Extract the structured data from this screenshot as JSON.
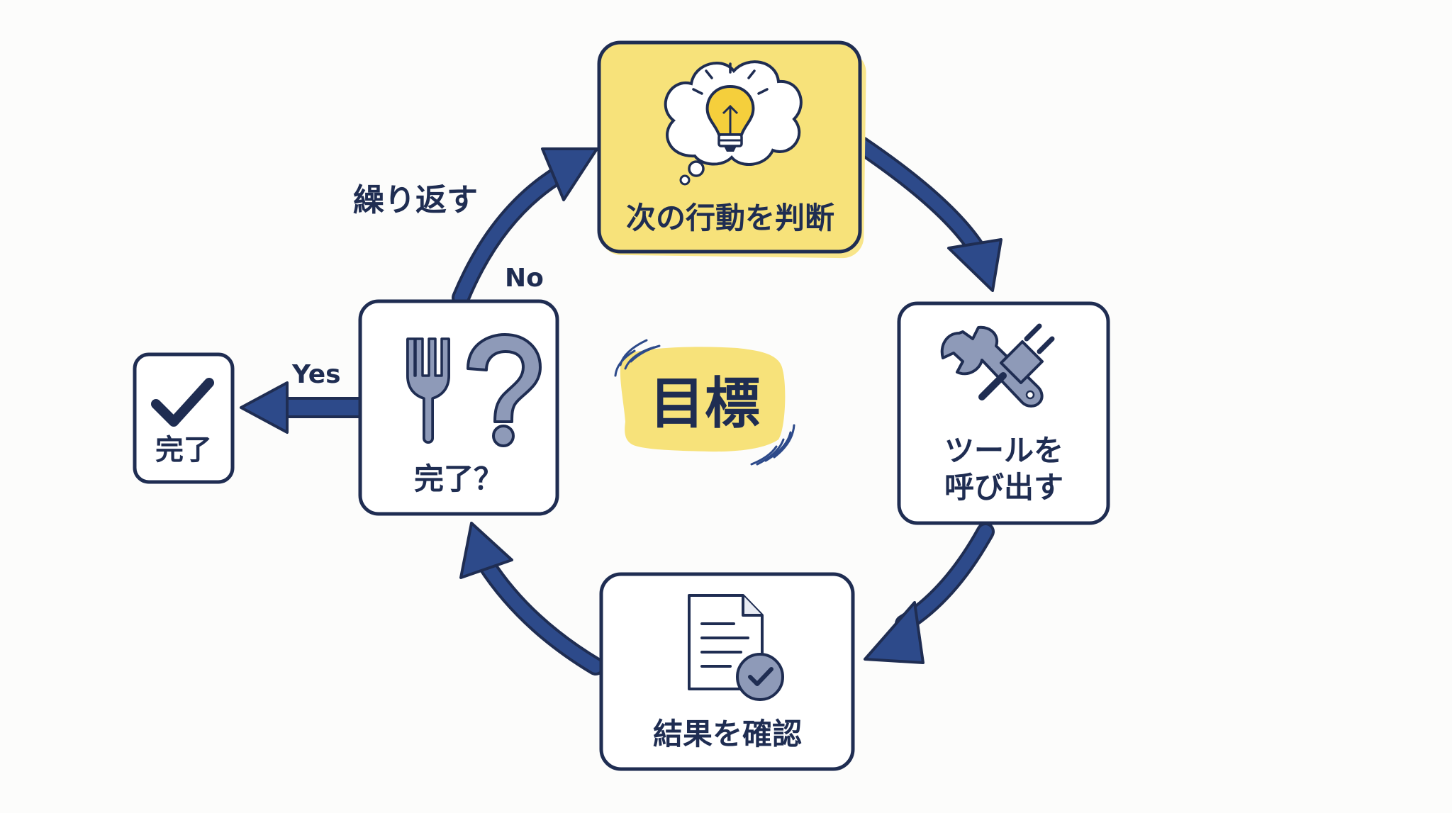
{
  "diagram": {
    "center_label": "目標",
    "nodes": {
      "decide": {
        "label": "次の行動を判断",
        "icon": "lightbulb-thought-icon"
      },
      "tool": {
        "label_line1": "ツールを",
        "label_line2": "呼び出す",
        "icon": "wrench-plug-icon"
      },
      "check": {
        "label": "結果を確認",
        "icon": "document-check-icon"
      },
      "done_q": {
        "label": "完了？",
        "icon": "fork-question-icon"
      },
      "done": {
        "label": "完了",
        "icon": "checkmark-icon"
      }
    },
    "edge_labels": {
      "repeat": "繰り返す",
      "no": "No",
      "yes": "Yes"
    }
  },
  "colors": {
    "navy": "#2d4a8a",
    "ink": "#1f2d52",
    "yellow": "#f7e27a",
    "highlight": "#f8e58a",
    "icon_gray": "#8e9ab8",
    "background": "#fcfcfb"
  }
}
